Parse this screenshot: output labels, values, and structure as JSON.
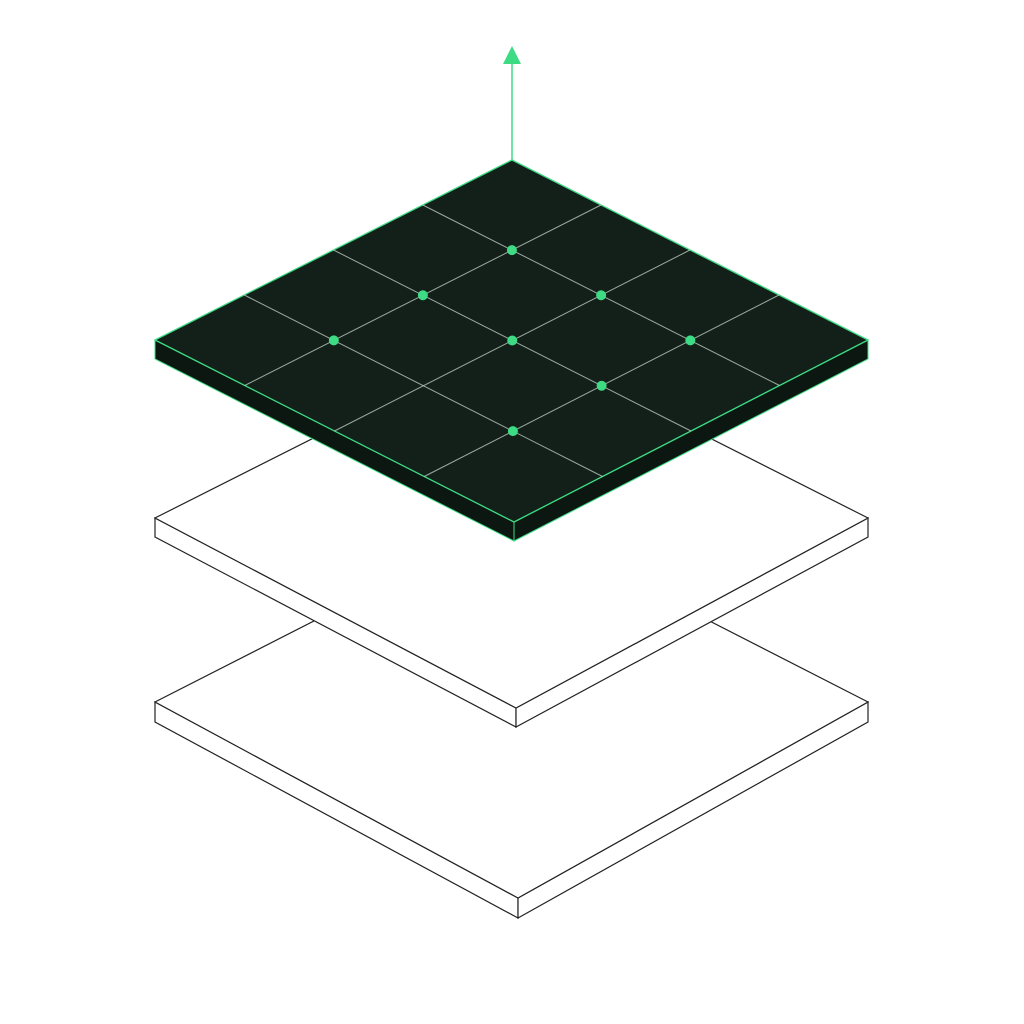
{
  "diagram": {
    "layer_count": 3,
    "top_layer": {
      "grid_divisions": 4,
      "fill_color": "#13201a",
      "side_color": "#0d1712",
      "edge_color": "#3ddc84",
      "grid_line_color": "#c8d8cc",
      "node_color": "#3ddc84",
      "node_count": 8
    },
    "lower_layers": {
      "count": 2,
      "fill_color": "#ffffff",
      "edge_color": "#222222"
    },
    "arrow": {
      "direction": "up",
      "color": "#3ddc84",
      "icon": "arrow-up-icon"
    }
  }
}
